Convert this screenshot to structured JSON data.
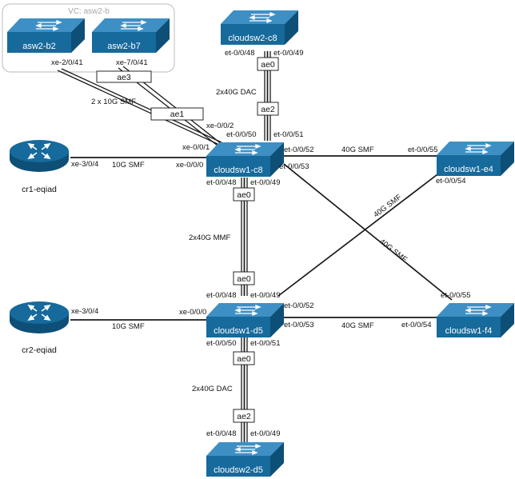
{
  "colors": {
    "device_front": "#166a9c",
    "device_top": "#3d8fc4",
    "device_side": "#0d4f77",
    "vc_group_border": "#c8c8c8"
  },
  "vc_group": {
    "label": "VC: asw2-b"
  },
  "devices": {
    "asw2_b2": {
      "label": "asw2-b2",
      "icon": "switch-icon"
    },
    "asw2_b7": {
      "label": "asw2-b7",
      "icon": "switch-icon"
    },
    "cloudsw2_c8": {
      "label": "cloudsw2-c8",
      "icon": "switch-icon"
    },
    "cloudsw1_c8": {
      "label": "cloudsw1-c8",
      "icon": "switch-icon"
    },
    "cloudsw1_e4": {
      "label": "cloudsw1-e4",
      "icon": "switch-icon"
    },
    "cloudsw1_d5": {
      "label": "cloudsw1-d5",
      "icon": "switch-icon"
    },
    "cloudsw1_f4": {
      "label": "cloudsw1-f4",
      "icon": "switch-icon"
    },
    "cloudsw2_d5": {
      "label": "cloudsw2-d5",
      "icon": "switch-icon"
    },
    "cr1_eqiad": {
      "label": "cr1-eqiad",
      "icon": "router-icon"
    },
    "cr2_eqiad": {
      "label": "cr2-eqiad",
      "icon": "router-icon"
    }
  },
  "bundles": {
    "ae3": "ae3",
    "ae1": "ae1",
    "ae0_c8_top": "ae0",
    "ae2_c8": "ae2",
    "ae0_c8": "ae0",
    "ae0_d5": "ae0",
    "ae0_d5_bottom": "ae0",
    "ae2_d5": "ae2"
  },
  "link_labels": {
    "b2_port": "xe-2/0/41",
    "b7_port": "xe-7/0/41",
    "smf_2x10g": "2 x 10G SMF",
    "c8_xe002": "xe-0/0/2",
    "c8_xe001": "xe-0/0/1",
    "c8_xe000": "xe-0/0/0",
    "cr1_port": "xe-3/0/4",
    "cr1_media": "10G SMF",
    "c8top_48": "et-0/0/48",
    "c8top_49": "et-0/0/49",
    "dac_c8": "2x40G DAC",
    "c8_et50": "et-0/0/50",
    "c8_et51": "et-0/0/51",
    "c8_et52": "et-0/0/52",
    "c8_et53": "et-0/0/53",
    "c8_e4_media": "40G SMF",
    "e4_et55": "et-0/0/55",
    "e4_et54": "et-0/0/54",
    "c8_et48": "et-0/0/48",
    "c8_et49": "et-0/0/49",
    "mmf": "2x40G MMF",
    "d5_e4_media": "40G SMF",
    "c8_f4_media": "40G SMF",
    "d5_et48": "et-0/0/48",
    "d5_et49": "et-0/0/49",
    "d5_et52": "et-0/0/52",
    "d5_et53": "et-0/0/53",
    "f4_et55": "et-0/0/55",
    "f4_et54": "et-0/0/54",
    "d5_f4_media": "40G SMF",
    "cr2_port": "xe-3/0/4",
    "cr2_media": "10G SMF",
    "d5_xe000": "xe-0/0/0",
    "d5_et50": "et-0/0/50",
    "d5_et51": "et-0/0/51",
    "dac_d5": "2x40G DAC",
    "d5bot_48": "et-0/0/48",
    "d5bot_49": "et-0/0/49"
  }
}
